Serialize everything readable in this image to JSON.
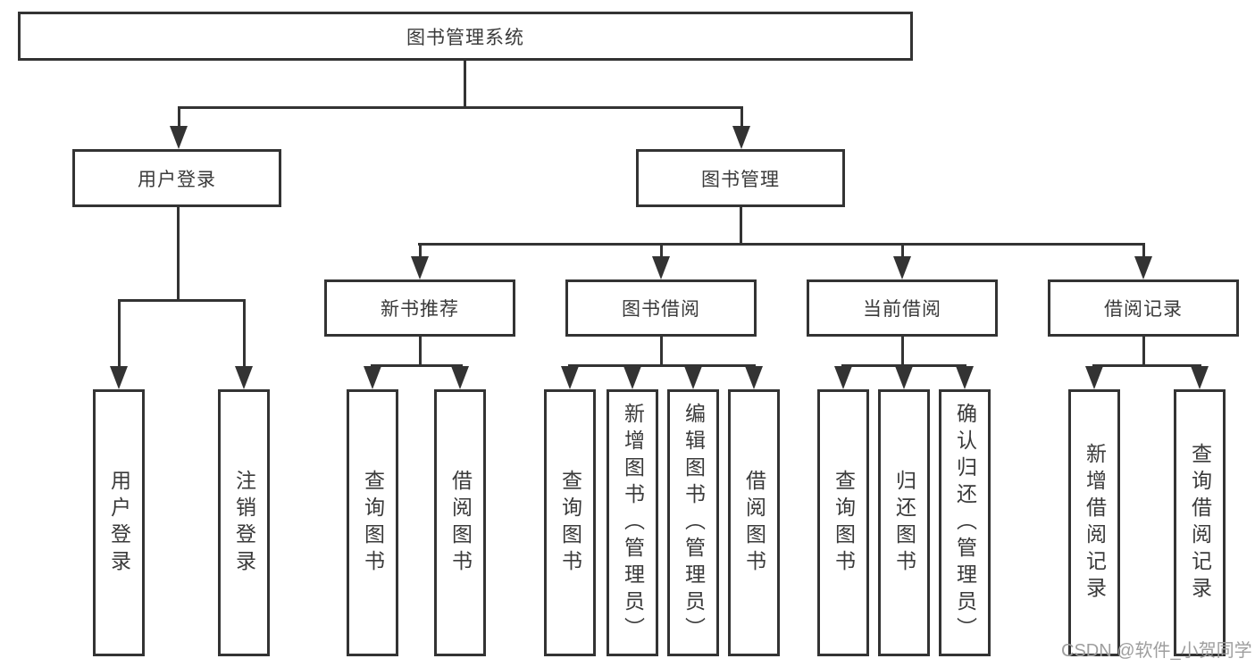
{
  "colors": {
    "background": "#ffffff",
    "line": "#333333",
    "text": "#3a3a3a",
    "watermark": "#9e9e9e"
  },
  "watermark": {
    "text": "CSDN @软件_小贺同学"
  },
  "diagram": {
    "type": "hierarchy-tree",
    "root": {
      "label": "图书管理系统"
    },
    "user_login": {
      "label": "用户登录",
      "children": {
        "login": {
          "label": "用户登录"
        },
        "logout": {
          "label": "注销登录"
        }
      }
    },
    "book_mgmt": {
      "label": "图书管理",
      "new_book_rec": {
        "label": "新书推荐",
        "children": {
          "query_book": {
            "label": "查询图书"
          },
          "borrow_book": {
            "label": "借阅图书"
          }
        }
      },
      "book_borrow": {
        "label": "图书借阅",
        "children": {
          "query_book": {
            "label": "查询图书"
          },
          "add_book": {
            "label": "新增图书（管理员）"
          },
          "edit_book": {
            "label": "编辑图书（管理员）"
          },
          "borrow_book": {
            "label": "借阅图书"
          }
        }
      },
      "current_borrow": {
        "label": "当前借阅",
        "children": {
          "query_book": {
            "label": "查询图书"
          },
          "return_book": {
            "label": "归还图书"
          },
          "confirm_return": {
            "label": "确认归还（管理员）"
          }
        }
      },
      "borrow_records": {
        "label": "借阅记录",
        "children": {
          "add_record": {
            "label": "新增借阅记录"
          },
          "query_record": {
            "label": "查询借阅记录"
          }
        }
      }
    }
  }
}
